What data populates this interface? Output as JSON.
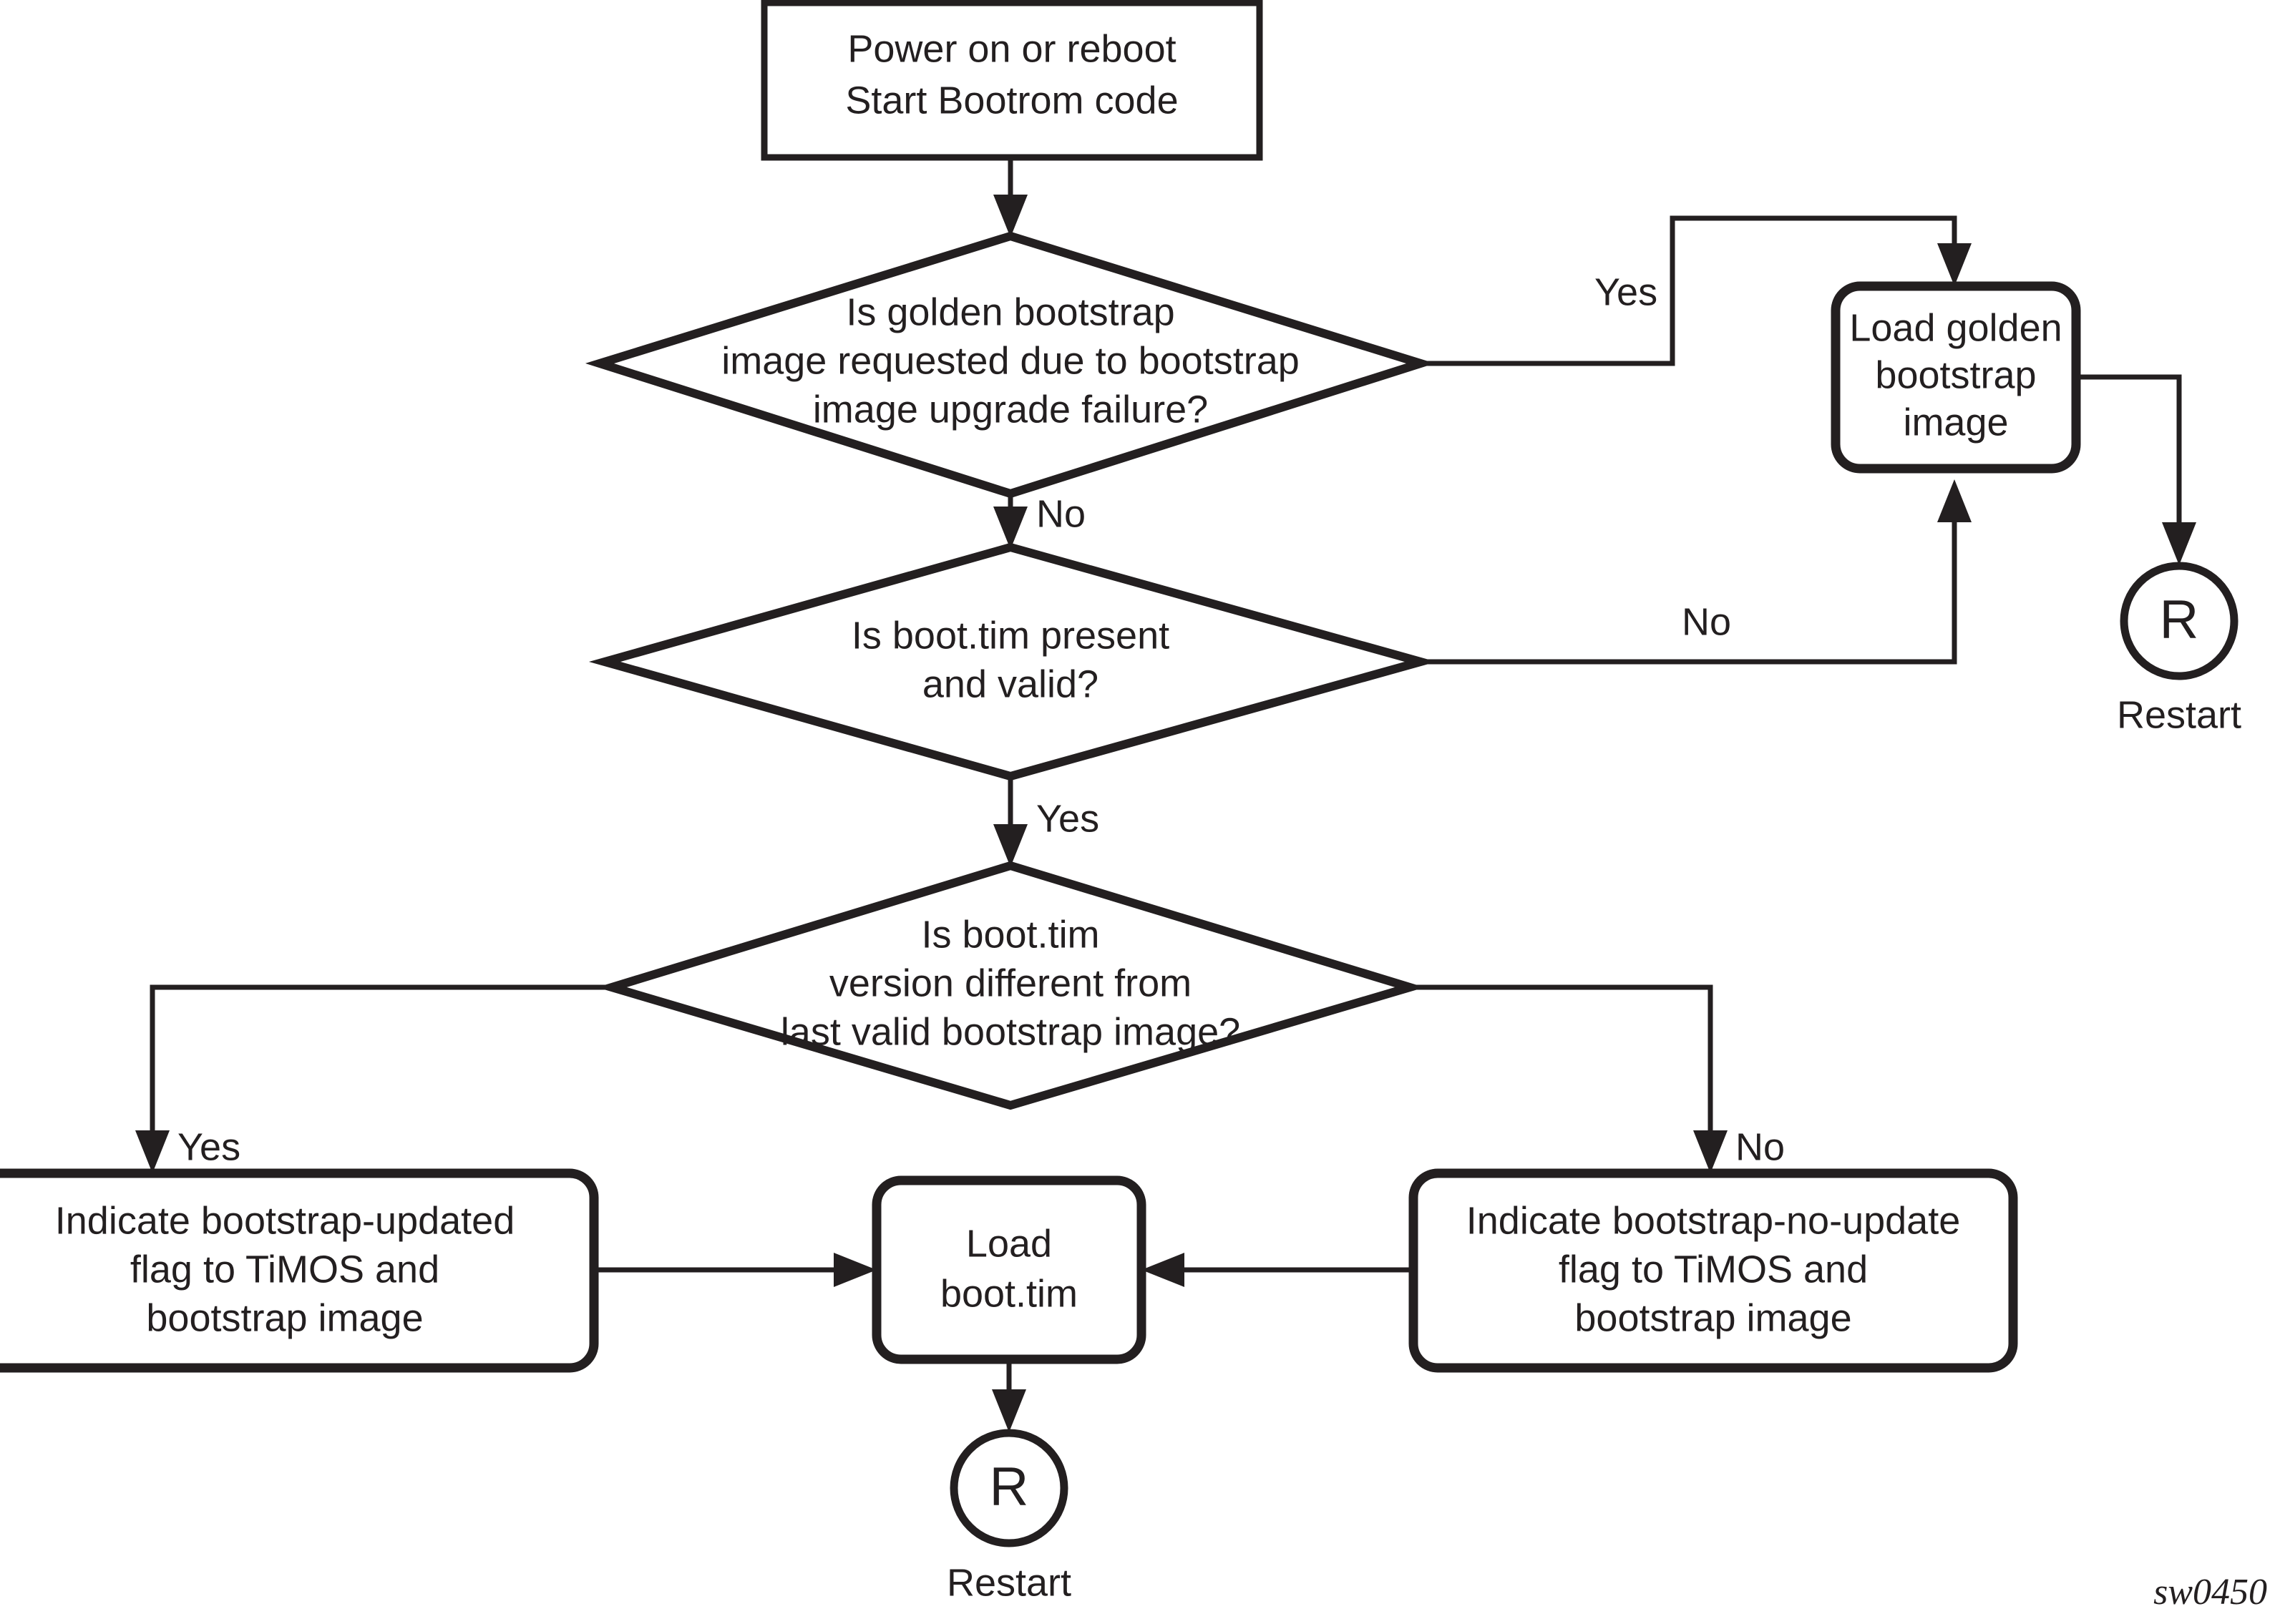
{
  "diagram": {
    "caption": "sw0450",
    "colors": {
      "ink": "#231f20",
      "background": "#ffffff"
    },
    "nodes": {
      "start": {
        "shape": "rectangle",
        "lines": [
          "Power on or reboot",
          "Start Bootrom code"
        ]
      },
      "decision_golden": {
        "shape": "diamond",
        "lines": [
          "Is golden bootstrap",
          "image requested due to bootstrap",
          "image upgrade failure?"
        ]
      },
      "load_golden": {
        "shape": "rounded-rectangle",
        "lines": [
          "Load golden",
          "bootstrap",
          "image"
        ]
      },
      "restart_right": {
        "shape": "circle",
        "symbol": "R",
        "label": "Restart"
      },
      "decision_present": {
        "shape": "diamond",
        "lines": [
          "Is boot.tim present",
          "and valid?"
        ]
      },
      "decision_version": {
        "shape": "diamond",
        "lines": [
          "Is boot.tim",
          "version different from",
          "last valid bootstrap image?"
        ]
      },
      "indicate_updated": {
        "shape": "rounded-rectangle",
        "lines": [
          "Indicate bootstrap-updated",
          "flag to TiMOS and",
          "bootstrap image"
        ]
      },
      "load_boot_tim": {
        "shape": "rounded-rectangle",
        "lines": [
          "Load",
          "boot.tim"
        ]
      },
      "indicate_no_update": {
        "shape": "rounded-rectangle",
        "lines": [
          "Indicate bootstrap-no-update",
          "flag to TiMOS and",
          "bootstrap image"
        ]
      },
      "restart_bottom": {
        "shape": "circle",
        "symbol": "R",
        "label": "Restart"
      }
    },
    "edge_labels": {
      "golden_yes": "Yes",
      "golden_no": "No",
      "present_no": "No",
      "present_yes": "Yes",
      "version_yes": "Yes",
      "version_no": "No"
    }
  }
}
